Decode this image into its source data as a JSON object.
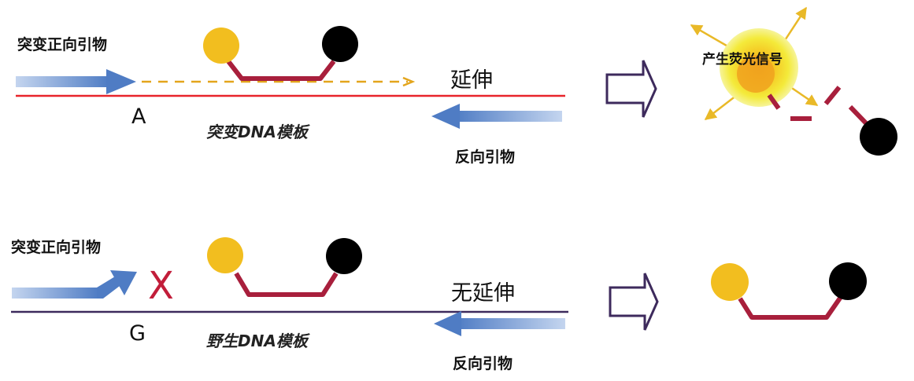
{
  "colors": {
    "red_strand": "#e8242a",
    "purple_strand": "#3d2a5c",
    "primer_blue": "#5b86c9",
    "primer_blue_light": "#b9cdeb",
    "dashed_orange": "#e3a51c",
    "probe_line": "#a81f3c",
    "yellow_dye": "#f2be1f",
    "quencher_black": "#000000",
    "glow": "#f2ee3a",
    "arrow_outline": "#3d2a5c"
  },
  "top": {
    "forward_primer_label": "突变正向引物",
    "extension_label": "延伸",
    "base_label": "A",
    "template_label": "突变DNA模板",
    "reverse_primer_label": "反向引物",
    "signal_label": "产生荧光信号"
  },
  "bottom": {
    "forward_primer_label": "突变正向引物",
    "mismatch_mark": "X",
    "extension_label": "无延伸",
    "base_label": "G",
    "template_label": "野生DNA模板",
    "reverse_primer_label": "反向引物"
  },
  "icons": {
    "result_arrow": "right-hollow-arrow-icon",
    "reporter_dye": "yellow-circle-fluorophore-icon",
    "quencher": "black-circle-quencher-icon"
  }
}
